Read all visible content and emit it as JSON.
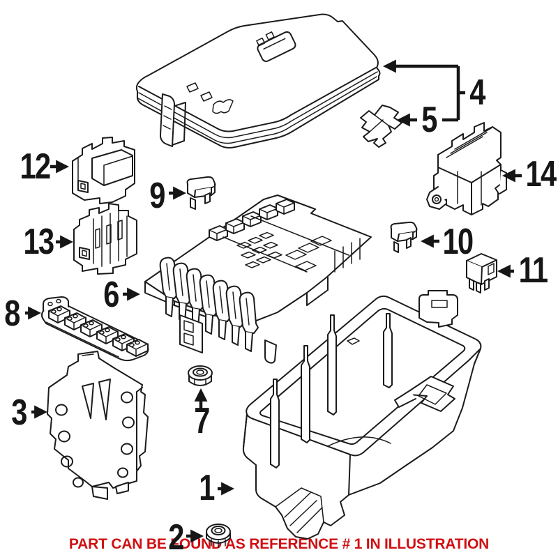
{
  "note": {
    "text": "PART CAN BE FOUND AS REFERENCE # 1 IN ILLUSTRATION",
    "color": "#d01014"
  },
  "illustration": {
    "type": "exploded-parts-diagram",
    "subject": "engine-compartment fuse and relay box assembly",
    "line_color": "#1b1b1b",
    "background_color": "#ffffff"
  },
  "callouts": [
    {
      "label": "1",
      "part": "lower-housing-tray"
    },
    {
      "label": "2",
      "part": "hex-flange-nut"
    },
    {
      "label": "3",
      "part": "mounting-bracket-plate"
    },
    {
      "label": "4",
      "part": "fuse-box-cover"
    },
    {
      "label": "5",
      "part": "retaining-clip"
    },
    {
      "label": "6",
      "part": "fuse-relay-plate"
    },
    {
      "label": "7",
      "part": "cap-nut"
    },
    {
      "label": "8",
      "part": "fusible-link-strip"
    },
    {
      "label": "9",
      "part": "mini-fuse"
    },
    {
      "label": "10",
      "part": "mini-fuse"
    },
    {
      "label": "11",
      "part": "micro-relay"
    },
    {
      "label": "12",
      "part": "relay-carrier"
    },
    {
      "label": "13",
      "part": "relay-carrier-tall"
    },
    {
      "label": "14",
      "part": "relay-module"
    }
  ]
}
